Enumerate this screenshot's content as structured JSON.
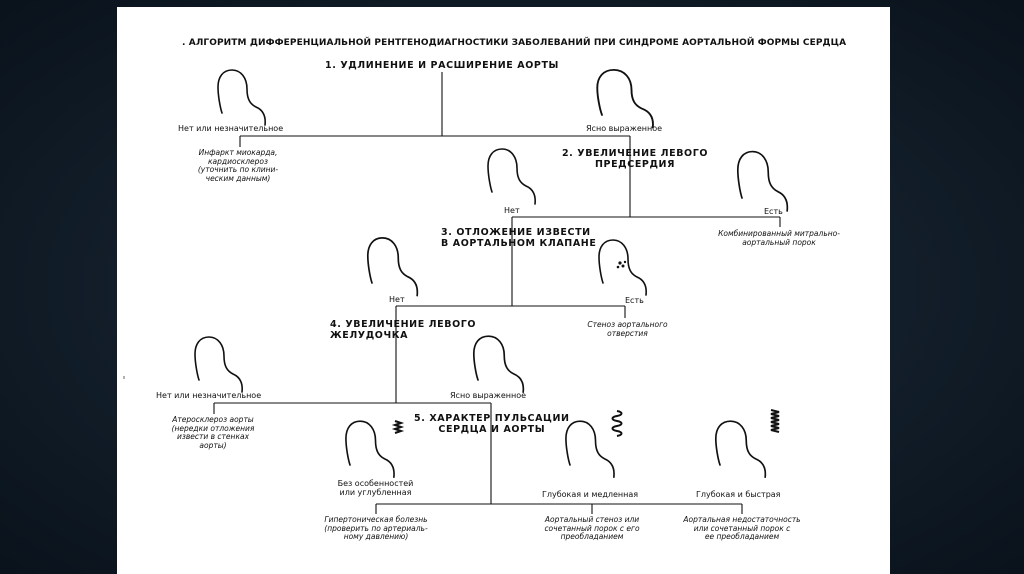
{
  "title": ". АЛГОРИТМ ДИФФЕРЕНЦИАЛЬНОЙ РЕНТГЕНОДИАГНОСТИКИ ЗАБОЛЕВАНИЙ ПРИ СИНДРОМЕ АОРТАЛЬНОЙ ФОРМЫ СЕРДЦА",
  "step1": {
    "title": "1. УДЛИНЕНИЕ И РАСШИРЕНИЕ АОРТЫ",
    "left": "Нет или незначительное",
    "right": "Ясно выраженное"
  },
  "result1": [
    "Инфаркт миокарда,",
    "кардиосклероз",
    "(уточнить по клини-",
    "ческим данным)"
  ],
  "step2": {
    "title": [
      "2. УВЕЛИЧЕНИЕ ЛЕВОГО",
      "ПРЕДСЕРДИЯ"
    ],
    "left": "Нет",
    "right": "Есть"
  },
  "result2": [
    "Комбинированный митрально-",
    "аортальный порок"
  ],
  "step3": {
    "title": [
      "3. ОТЛОЖЕНИЕ ИЗВЕСТИ",
      "В АОРТАЛЬНОМ КЛАПАНЕ"
    ],
    "left": "Нет",
    "right": "Есть"
  },
  "result3": [
    "Стеноз аортального",
    "отверстия"
  ],
  "step4": {
    "title": [
      "4. УВЕЛИЧЕНИЕ ЛЕВОГО",
      "ЖЕЛУДОЧКА"
    ],
    "left": "Нет или незначительное",
    "right": "Ясно выраженное"
  },
  "result4": [
    "Атеросклероз аорты",
    "(нередки отложения",
    "извести в стенках",
    "аорты)"
  ],
  "step5": {
    "title": [
      "5. ХАРАКТЕР ПУЛЬСАЦИИ",
      "СЕРДЦА И АОРТЫ"
    ]
  },
  "option5a": {
    "label": [
      "Без особенностей",
      "или углубленная"
    ],
    "result": [
      "Гипертоническая болезнь",
      "(проверить по артериаль-",
      "ному давлению)"
    ]
  },
  "option5b": {
    "label": "Глубокая и медленная",
    "result": [
      "Аортальный стеноз или",
      "сочетанный порок с его",
      "преобладанием"
    ]
  },
  "option5c": {
    "label": "Глубокая и быстрая",
    "result": [
      "Аортальная недостаточность",
      "или сочетанный порок с",
      "ее преобладанием"
    ]
  }
}
